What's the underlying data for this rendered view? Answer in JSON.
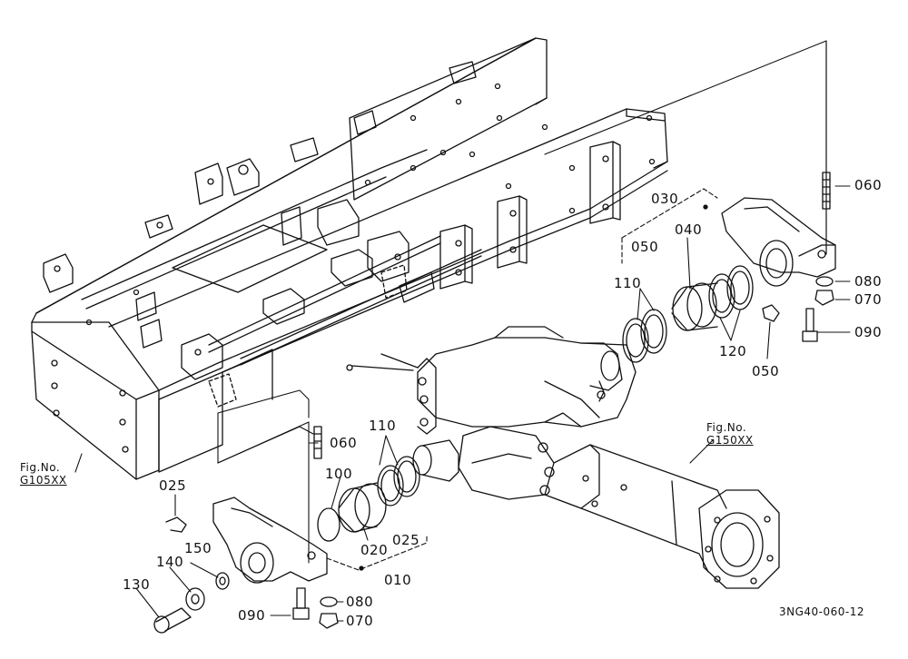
{
  "diagram": {
    "doc_code": "3NG40-060-12",
    "fig_refs": [
      {
        "prefix": "Fig.No.",
        "code": "G105XX"
      },
      {
        "prefix": "Fig.No.",
        "code": "G150XX"
      }
    ],
    "callouts": {
      "c030": "030",
      "c050a": "050",
      "c040": "040",
      "c060a": "060",
      "c080a": "080",
      "c070a": "070",
      "c090a": "090",
      "c110a": "110",
      "c120": "120",
      "c050b": "050",
      "c060b": "060",
      "c110b": "110",
      "c100": "100",
      "c025a": "025",
      "c025b": "025",
      "c020": "020",
      "c010": "010",
      "c150": "150",
      "c140": "140",
      "c130": "130",
      "c080b": "080",
      "c090b": "090",
      "c070b": "070"
    }
  }
}
